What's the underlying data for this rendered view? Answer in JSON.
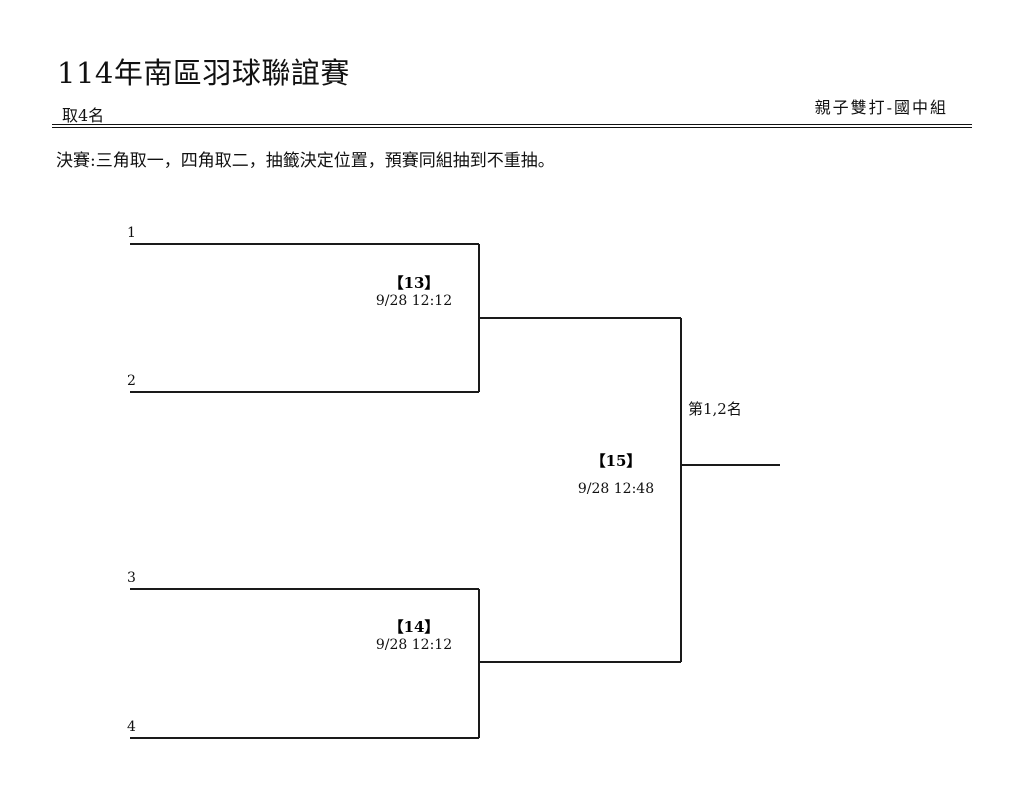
{
  "header": {
    "title": "114年南區羽球聯誼賽",
    "subtitle": "取4名",
    "category": "親子雙打-國中組",
    "note": "決賽:三角取一，四角取二，抽籤決定位置，預賽同組抽到不重抽。"
  },
  "bracket": {
    "seeds": [
      {
        "label": "1"
      },
      {
        "label": "2"
      },
      {
        "label": "3"
      },
      {
        "label": "4"
      }
    ],
    "matches": [
      {
        "number": "【13】",
        "time": "9/28 12:12"
      },
      {
        "number": "【14】",
        "time": "9/28 12:12"
      },
      {
        "number": "【15】",
        "time": "9/28 12:48"
      }
    ],
    "result_label": "第1,2名"
  },
  "colors": {
    "line": "#1a1a1a",
    "text": "#111111",
    "background": "#ffffff"
  }
}
